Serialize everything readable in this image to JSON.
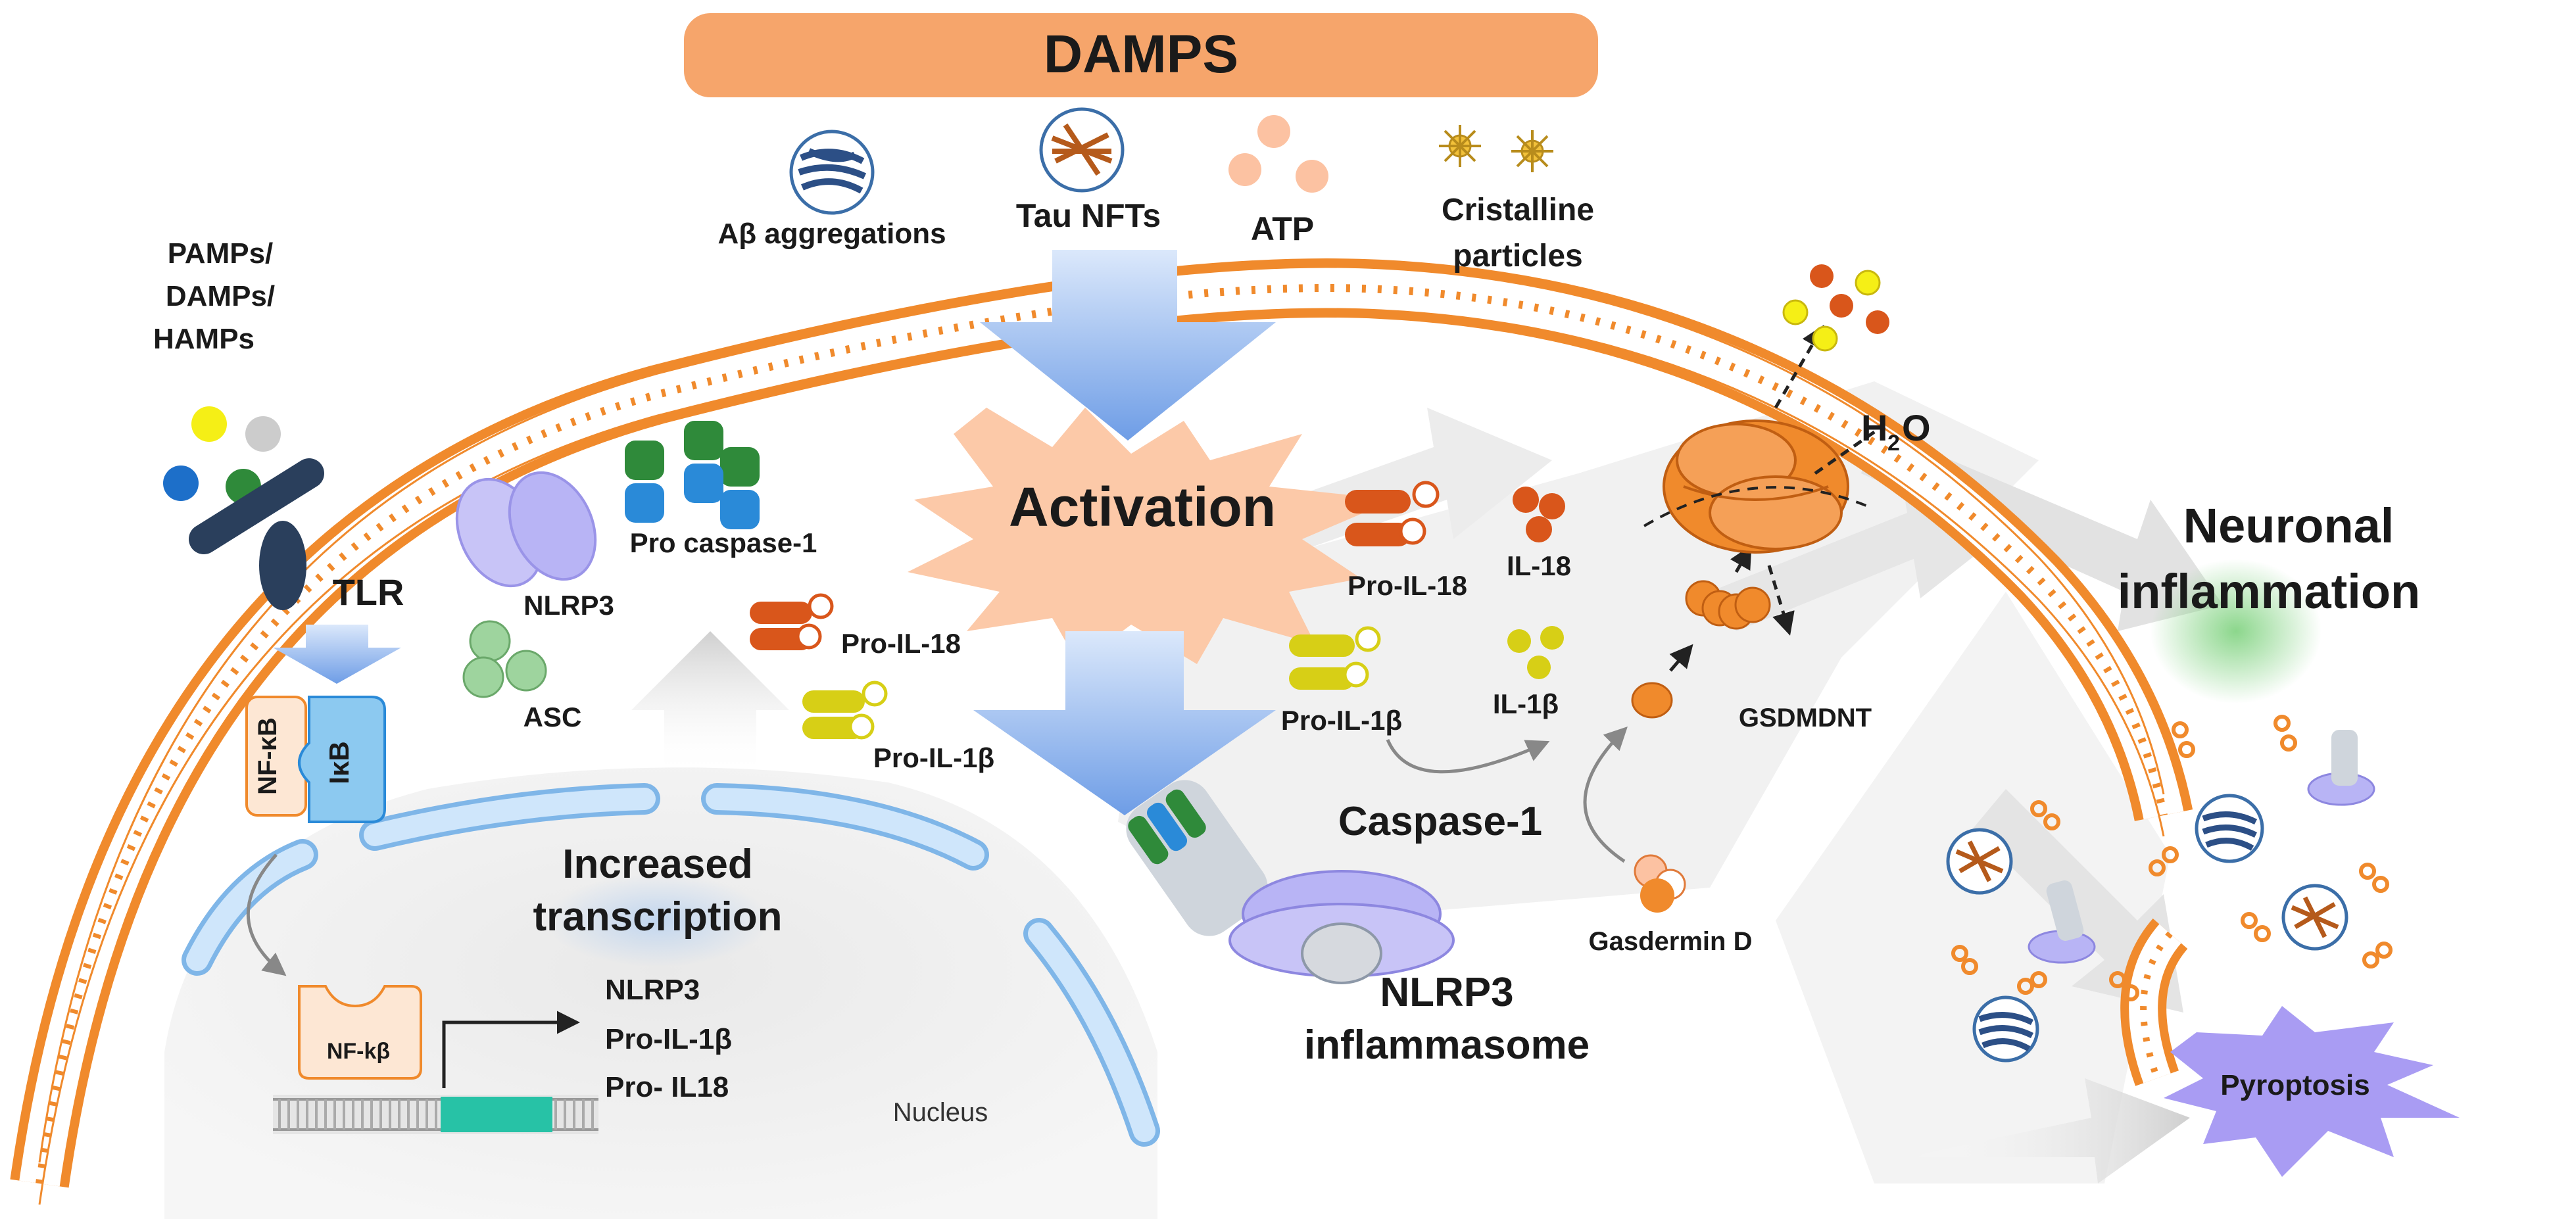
{
  "colors": {
    "banner": "#f6a56b",
    "membrane": "#f08a2c",
    "activation": "#fcc9a8",
    "pyroptosis": "#a99cf3",
    "nlrp3": "#b8b4f5",
    "green": "#2f8a3a",
    "blue": "#2a8ad8",
    "il18": "#d9561b",
    "il1b": "#d7cf16",
    "nfkb_box": "#fde7d4",
    "ikb": "#8cc9f0",
    "dna_highlight": "#27c2a6"
  },
  "banner": {
    "title": "DAMPS"
  },
  "damps": {
    "abeta": "Aβ aggregations",
    "tau": "Tau NFTs",
    "atp": "ATP",
    "crystal_line1": "Cristalline",
    "crystal_line2": "particles"
  },
  "receptor": {
    "ligands_line1": "PAMPs/",
    "ligands_line2": "DAMPs/",
    "ligands_line3": "HAMPs",
    "label": "TLR"
  },
  "signaling": {
    "nfkb": "NF-κB",
    "ikb": "IκB",
    "nfkb_nucleus": "NF-kβ"
  },
  "components": {
    "nlrp3": "NLRP3",
    "pro_caspase": "Pro caspase-1",
    "asc": "ASC",
    "pro_il18": "Pro-IL-18",
    "pro_il1b": "Pro-IL-1β"
  },
  "nucleus": {
    "increased_line1": "Increased",
    "increased_line2": "transcription",
    "gene1": "NLRP3",
    "gene2": "Pro-IL-1β",
    "gene3": "Pro- IL18",
    "label": "Nucleus"
  },
  "activation": {
    "label": "Activation"
  },
  "cleavage": {
    "pro_il18": "Pro-IL-18",
    "il18": "IL-18",
    "pro_il1b": "Pro-IL-1β",
    "il1b": "IL-1β",
    "caspase": "Caspase-1",
    "gsdmdnt": "GSDMDNT",
    "gasdermin": "Gasdermin D",
    "water_h": "H",
    "water_sub": "2",
    "water_o": "O"
  },
  "inflammasome": {
    "line1": "NLRP3",
    "line2": "inflammasome"
  },
  "outcome": {
    "neuronal_line1": "Neuronal",
    "neuronal_line2": "inflammation",
    "pyroptosis": "Pyroptosis"
  }
}
